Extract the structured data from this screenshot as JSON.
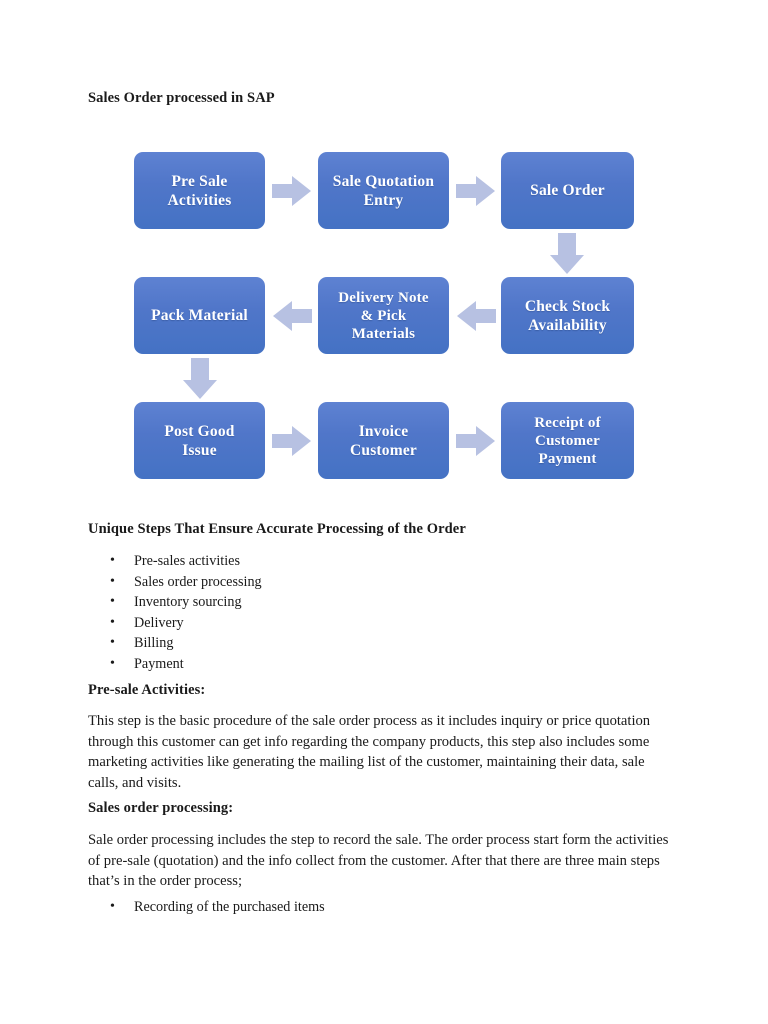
{
  "document": {
    "title": "Sales Order processed in SAP"
  },
  "flowchart": {
    "arrow_color": "#B7C1E2",
    "node_fill_top": "#5E82D2",
    "node_fill_bottom": "#4472C4",
    "node_text_color": "#FFFFFF",
    "nodes": [
      {
        "id": "pre-sale-activities",
        "label": "Pre Sale\nActivities"
      },
      {
        "id": "sale-quotation-entry",
        "label": "Sale Quotation\nEntry"
      },
      {
        "id": "sale-order",
        "label": "Sale Order"
      },
      {
        "id": "check-stock-availability",
        "label": "Check Stock\nAvailability"
      },
      {
        "id": "delivery-note-pick-materials",
        "label": "Delivery Note\n& Pick\nMaterials"
      },
      {
        "id": "pack-material",
        "label": "Pack Material"
      },
      {
        "id": "post-good-issue",
        "label": "Post Good\nIssue"
      },
      {
        "id": "invoice-customer",
        "label": "Invoice\nCustomer"
      },
      {
        "id": "receipt-of-customer-payment",
        "label": "Receipt of\nCustomer\nPayment"
      }
    ],
    "connectors": [
      {
        "id": "pre-sale-to-quotation",
        "direction": "right"
      },
      {
        "id": "quotation-to-sale-order",
        "direction": "right"
      },
      {
        "id": "sale-order-to-check-stock",
        "direction": "down"
      },
      {
        "id": "check-stock-to-delivery-note",
        "direction": "left"
      },
      {
        "id": "delivery-note-to-pack-material",
        "direction": "left"
      },
      {
        "id": "pack-material-to-post-good-issue",
        "direction": "down"
      },
      {
        "id": "post-good-issue-to-invoice",
        "direction": "right"
      },
      {
        "id": "invoice-to-receipt",
        "direction": "right"
      }
    ]
  },
  "sections": {
    "unique_steps": {
      "heading": "Unique Steps That Ensure Accurate Processing of the Order",
      "bullet": "•",
      "items": [
        "Pre-sales activities",
        "Sales order processing",
        "Inventory sourcing",
        "Delivery",
        "Billing",
        "Payment"
      ]
    },
    "pre_sale": {
      "heading": "Pre-sale Activities:",
      "paragraph": "This step is the basic procedure of the sale order process as it includes inquiry or price quotation through this customer can get info regarding the company products, this step also includes some marketing activities like generating the mailing list of the customer, maintaining their data, sale calls, and visits."
    },
    "sales_order_processing": {
      "heading": "Sales order processing:",
      "paragraph": "Sale order processing includes the step to record the sale. The order process start form the activities of pre-sale (quotation) and the info collect from the customer. After that there are three main steps that’s in the order process;",
      "bullet": "•",
      "items": [
        "Recording of the purchased items"
      ]
    }
  }
}
